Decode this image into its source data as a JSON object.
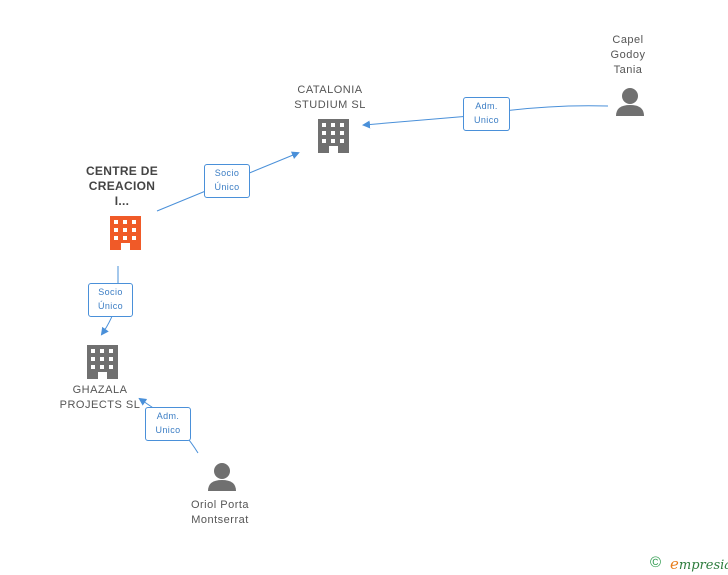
{
  "colors": {
    "edge": "#4a90d9",
    "company_gray": "#707070",
    "company_highlight": "#f05a28",
    "person": "#707070"
  },
  "nodes": {
    "catalonia": {
      "label_1": "CATALONIA",
      "label_2": "STUDIUM SL",
      "icon": "building-icon"
    },
    "centre": {
      "label_1": "CENTRE DE",
      "label_2": "CREACION",
      "label_3": "I...",
      "icon": "building-icon"
    },
    "ghazala": {
      "label_1": "GHAZALA",
      "label_2": "PROJECTS SL",
      "icon": "building-icon"
    },
    "capel": {
      "label_1": "Capel",
      "label_2": "Godoy",
      "label_3": "Tania",
      "icon": "person-icon"
    },
    "oriol": {
      "label_1": "Oriol Porta",
      "label_2": "Montserrat",
      "icon": "person-icon"
    }
  },
  "edges": {
    "centre_catalonia": {
      "line_1": "Socio",
      "line_2": "Único"
    },
    "centre_ghazala": {
      "line_1": "Socio",
      "line_2": "Único"
    },
    "capel_catalonia": {
      "line_1": "Adm.",
      "line_2": "Unico"
    },
    "oriol_ghazala": {
      "line_1": "Adm.",
      "line_2": "Unico"
    }
  },
  "footer": {
    "copyright": "©",
    "brand_initial": "e",
    "brand_rest": "mpresia"
  }
}
